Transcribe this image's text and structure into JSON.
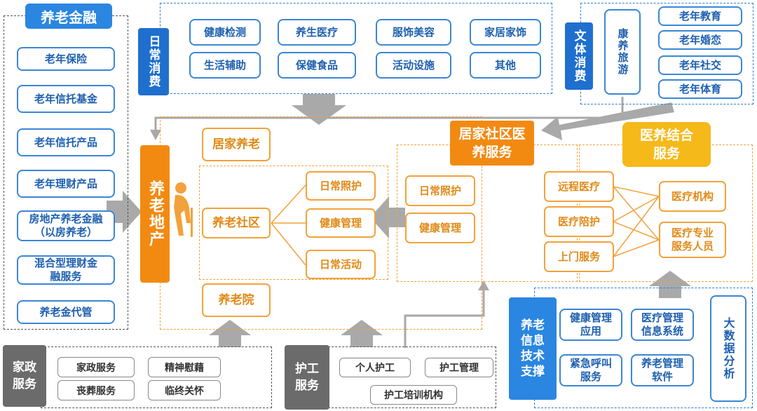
{
  "finance": {
    "title": "养老金融",
    "items": [
      "老年保险",
      "老年信托基金",
      "老年信托产品",
      "老年理财产品",
      "房地产养老金融（以房养老）",
      "混合型理财金融服务",
      "养老金代管"
    ]
  },
  "daily": {
    "title": "日常消费",
    "items": [
      "健康检测",
      "养生医疗",
      "服饰美容",
      "家居家饰",
      "生活辅助",
      "保健食品",
      "活动设施",
      "其他"
    ]
  },
  "culture": {
    "title": "文体消费",
    "tourism": "康养旅游",
    "items": [
      "老年教育",
      "老年婚恋",
      "老年社交",
      "老年体育"
    ]
  },
  "realestate": {
    "title": "养老地产"
  },
  "core": {
    "home": "居家养老",
    "community": "养老社区",
    "community_items": [
      "日常照护",
      "健康管理",
      "日常活动"
    ],
    "nursing_home": "养老院"
  },
  "home_community": {
    "title": "居家社区医养服务",
    "items": [
      "日常照护",
      "健康管理"
    ]
  },
  "medical": {
    "title": "医养结合服务",
    "left_items": [
      "远程医疗",
      "医疗陪护",
      "上门服务"
    ],
    "right_items": [
      "医疗机构",
      "医疗专业服务人员"
    ]
  },
  "housekeeping": {
    "title": "家政服务",
    "items": [
      "家政服务",
      "精神慰藉",
      "丧葬服务",
      "临终关怀"
    ]
  },
  "nursing": {
    "title": "护工服务",
    "items": [
      "个人护工",
      "护工管理",
      "护工培训机构"
    ]
  },
  "info": {
    "title": "养老信息技术支撑",
    "items": [
      "健康管理应用",
      "医疗管理信息系统",
      "紧急呼叫服务",
      "养老管理软件"
    ],
    "bigdata": "大数据分析"
  }
}
